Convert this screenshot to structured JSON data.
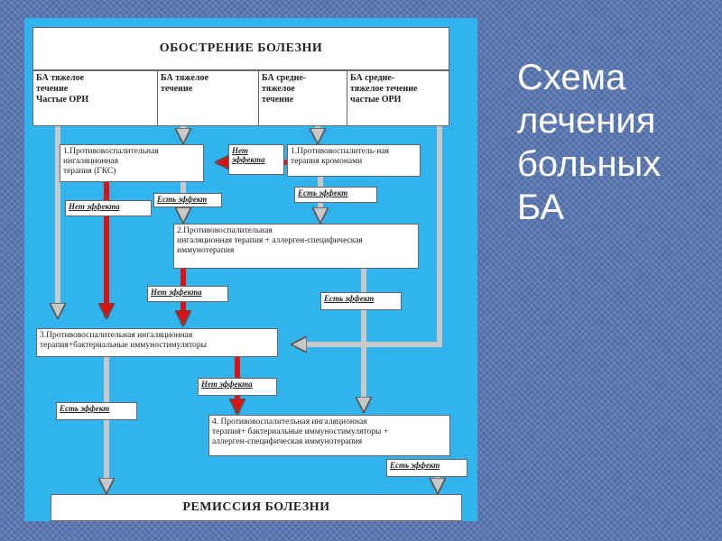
{
  "slide_title": "Схема\nлечения\nбольных\nБА",
  "flowchart": {
    "header": "ОБОСТРЕНИЕ БОЛЕЗНИ",
    "columns": [
      "БА тяжелое\nтечение\nЧастые ОРИ",
      "БА тяжелое\nтечение",
      "БА средне-\nтяжелое\nтечение",
      "БА средне-\nтяжелое течение\nчастые  ОРИ"
    ],
    "steps": {
      "step1_gks": "1.Противовоспалительная\nингаляционная\nтерапия (ГКС)",
      "step1_cromones": "1.Противовоспалитель-ная\nтерапия кромонами",
      "step2": "2.Противовоспалительная\nингаляционная терапия + аллерген-специфическая\nиммунотерапия",
      "step3": "3.Противовоспалительная ингаляционная\nтерапия+бактериальные  иммуностимуляторы",
      "step4": "4. Противовоспалительная ингаляционная\nтерапия+ бактериальные  иммуностимуляторы +\nаллерген-специфическая иммунотерапия"
    },
    "labels": {
      "no_effect_top": "Нет\nэффекта",
      "has_effect_cromones": "Есть эффект",
      "no_effect_left": "Нет эффекта",
      "has_effect_gks": "Есть эффект",
      "no_effect_mid": "Нет эффекта",
      "has_effect_step2": "Есть эффект",
      "no_effect_step3": "Нет эффекта",
      "has_effect_step3": "Есть эффект",
      "has_effect_step4": "Есть эффект"
    },
    "footer": "РЕМИССИЯ БОЛЕЗНИ",
    "colors": {
      "background": "#31b4ee",
      "no_effect_arrow": "#dd1111",
      "effect_arrow": "#c8c8c8",
      "arrow_outline": "#555555"
    }
  }
}
